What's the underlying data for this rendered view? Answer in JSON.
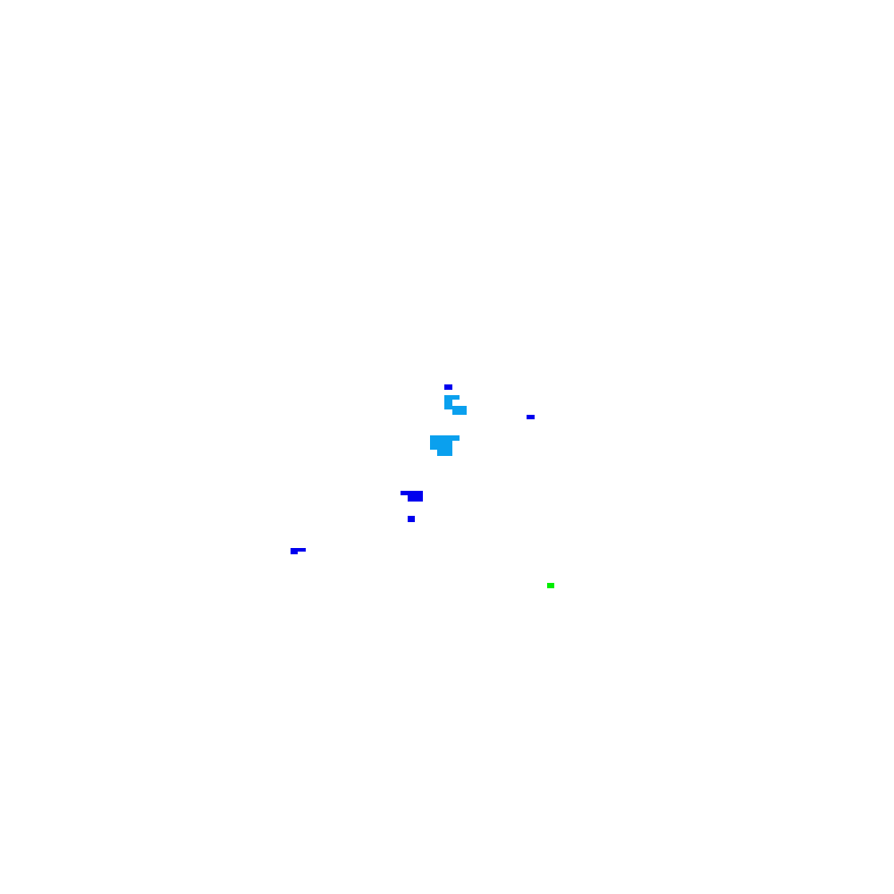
{
  "palette": {
    "background": "#ffffff",
    "dark_blue": "#0000ee",
    "light_blue": "#0aa0ee",
    "green": "#00ee00"
  },
  "cells": [
    {
      "name": "cell-dark-blue-top",
      "color": "dark_blue"
    },
    {
      "name": "cell-light-blue-upper-a",
      "color": "light_blue"
    },
    {
      "name": "cell-light-blue-upper-b",
      "color": "light_blue"
    },
    {
      "name": "cell-light-blue-upper-c",
      "color": "light_blue"
    },
    {
      "name": "cell-dark-blue-right",
      "color": "dark_blue"
    },
    {
      "name": "cell-light-blue-center-a",
      "color": "light_blue"
    },
    {
      "name": "cell-light-blue-center-b",
      "color": "light_blue"
    },
    {
      "name": "cell-light-blue-center-c",
      "color": "light_blue"
    },
    {
      "name": "cell-dark-blue-mid-a",
      "color": "dark_blue"
    },
    {
      "name": "cell-dark-blue-mid-b",
      "color": "dark_blue"
    },
    {
      "name": "cell-dark-blue-small",
      "color": "dark_blue"
    },
    {
      "name": "cell-dark-blue-left-a",
      "color": "dark_blue"
    },
    {
      "name": "cell-dark-blue-left-b",
      "color": "dark_blue"
    },
    {
      "name": "cell-green",
      "color": "green"
    }
  ]
}
